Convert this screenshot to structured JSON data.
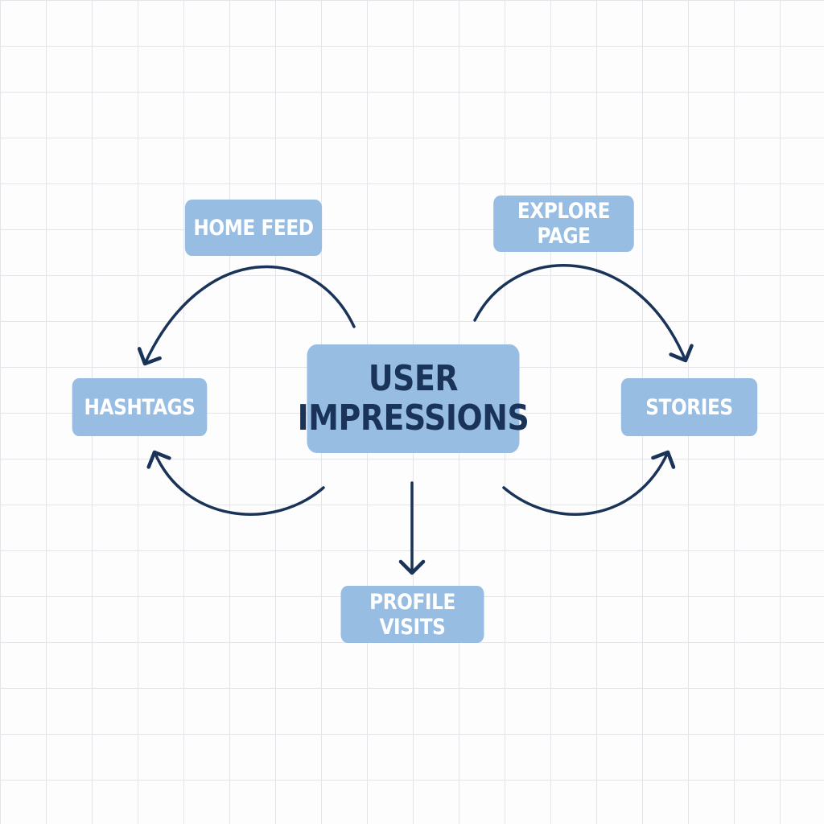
{
  "diagram": {
    "center": {
      "line1": "USER",
      "line2": "IMPRESSIONS"
    },
    "nodes": {
      "home_feed": "HOME FEED",
      "explore_page": "EXPLORE PAGE",
      "hashtags": "HASHTAGS",
      "stories": "STORIES",
      "profile_visits": "PROFILE VISITS"
    }
  },
  "colors": {
    "background": "#fdfdfd",
    "grid": "#e3e5ea",
    "node_fill": "#97bde3",
    "node_text": "#ffffff",
    "center_text": "#1a3358",
    "arrow": "#1a3358"
  }
}
